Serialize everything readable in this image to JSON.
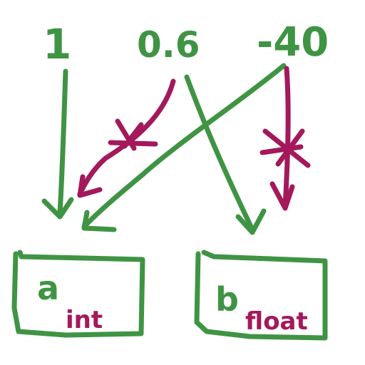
{
  "colors": {
    "background": "#ffffff",
    "green": "#3f9444",
    "purple": "#a3195b"
  },
  "values": {
    "one": "1",
    "zero_six": "0.6",
    "neg_forty": "-40"
  },
  "boxes": {
    "int_box": {
      "variable": "a",
      "type": "int"
    },
    "float_box": {
      "variable": "b",
      "type": "float"
    }
  }
}
